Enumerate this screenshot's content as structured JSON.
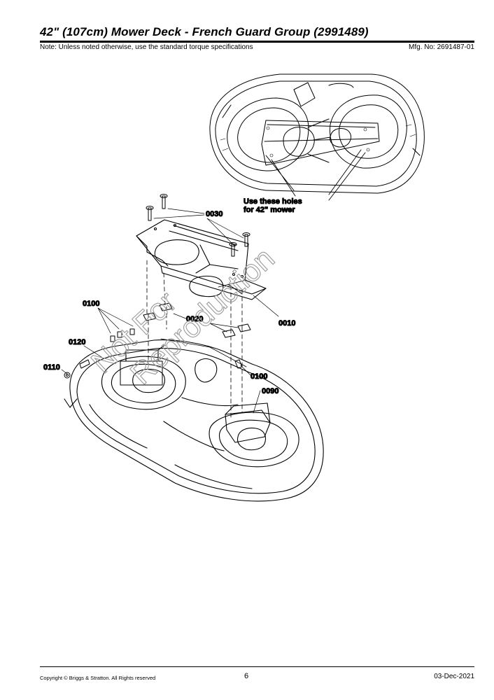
{
  "header": {
    "title": "42\" (107cm) Mower Deck - French Guard Group (2991489)",
    "note": "Note: Unless noted otherwise, use the standard torque specifications",
    "mfg_no": "Mfg. No: 2691487-01"
  },
  "diagram": {
    "annotation_line1": "Use these holes",
    "annotation_line2": "for 42\" mower",
    "watermark_line1": "Not For",
    "watermark_line2": "Reproduction",
    "callouts": {
      "c0030": "0030",
      "c0010": "0010",
      "c0020": "0020",
      "c0100_top": "0100",
      "c0100_right": "0100",
      "c0120": "0120",
      "c0110": "0110",
      "c0090": "0090"
    }
  },
  "footer": {
    "copyright": "Copyright ©  Briggs & Stratton. All Rights reserved",
    "page_number": "6",
    "date": "03-Dec-2021"
  }
}
